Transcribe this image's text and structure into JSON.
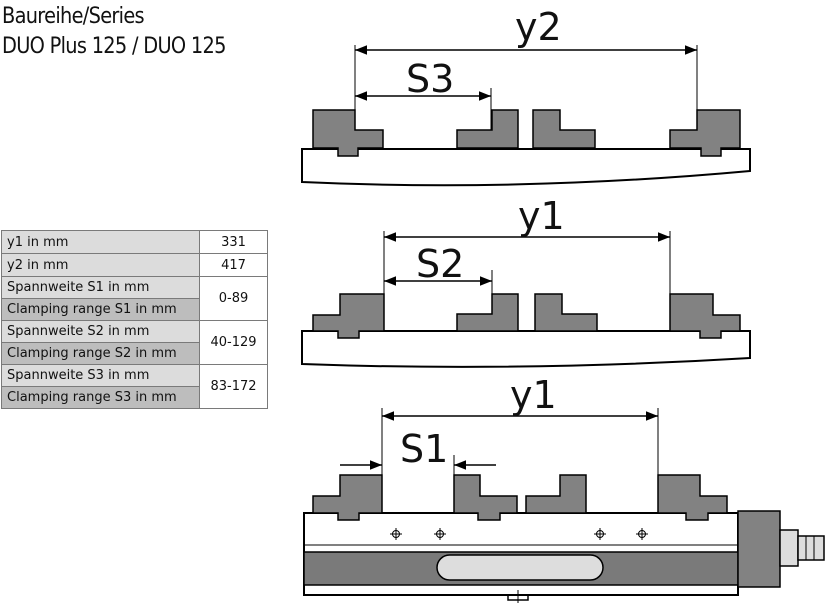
{
  "header": {
    "line1": "Baureihe/Series",
    "line2": "DUO Plus 125 / DUO 125"
  },
  "spec_table": {
    "y1_label": "y1 in mm",
    "y1_value": "331",
    "y2_label": "y2 in mm",
    "y2_value": "417",
    "s1_label_de": "Spannweite S1 in mm",
    "s1_label_en": "Clamping range S1 in mm",
    "s1_value": "0-89",
    "s2_label_de": "Spannweite S2 in mm",
    "s2_label_en": "Clamping range S2 in mm",
    "s2_value": "40-129",
    "s3_label_de": "Spannweite S3 in mm",
    "s3_label_en": "Clamping range S3 in mm",
    "s3_value": "83-172"
  },
  "diagram": {
    "top": {
      "outer_label": "y2",
      "inner_label": "S3"
    },
    "middle": {
      "outer_label": "y1",
      "inner_label": "S2"
    },
    "bottom": {
      "outer_label": "y1",
      "inner_label": "S1"
    }
  },
  "colors": {
    "jaw_gray": "#828282",
    "body_dark": "#7a7a7a",
    "light_fill": "#dddddd"
  }
}
